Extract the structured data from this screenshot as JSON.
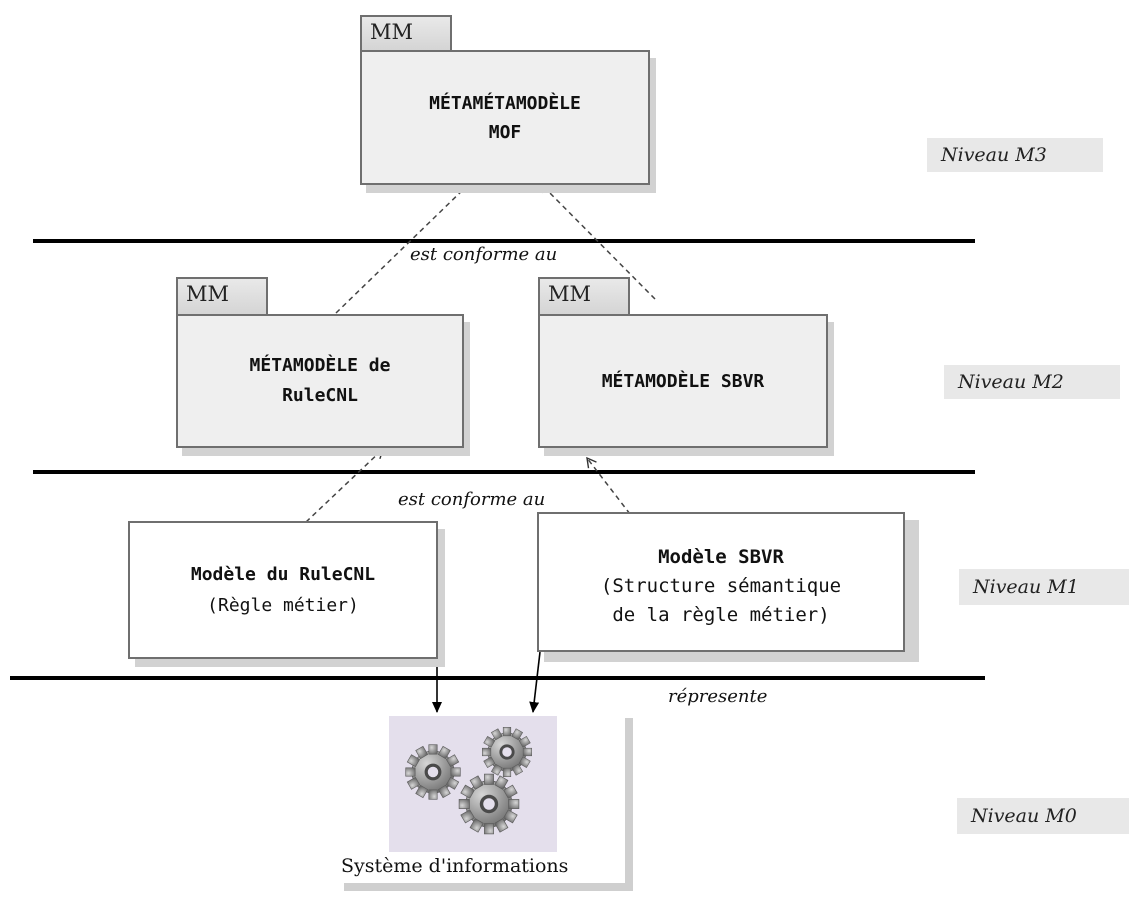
{
  "tab_label": "MM",
  "boxes": {
    "mof": {
      "line1": "MÉTAMÉTAMODÈLE",
      "line2": "MOF"
    },
    "rulecnl_mm": {
      "line1": "MÉTAMODÈLE de",
      "line2": "RuleCNL"
    },
    "sbvr_mm": {
      "line1": "MÉTAMODÈLE SBVR"
    },
    "rulecnl_model": {
      "line1": "Modèle du RuleCNL",
      "line2": "(Règle métier)"
    },
    "sbvr_model": {
      "line1": "Modèle SBVR",
      "line2": "(Structure sémantique",
      "line3": "de la règle métier)"
    }
  },
  "relations": {
    "conforms_upper": "est conforme au",
    "conforms_lower": "est conforme au",
    "represents": "répresente"
  },
  "levels": {
    "m3": "Niveau M3",
    "m2": "Niveau M2",
    "m1": "Niveau M1",
    "m0": "Niveau M0"
  },
  "system": {
    "label": "Système d'informations",
    "icon": "gears-icon"
  }
}
